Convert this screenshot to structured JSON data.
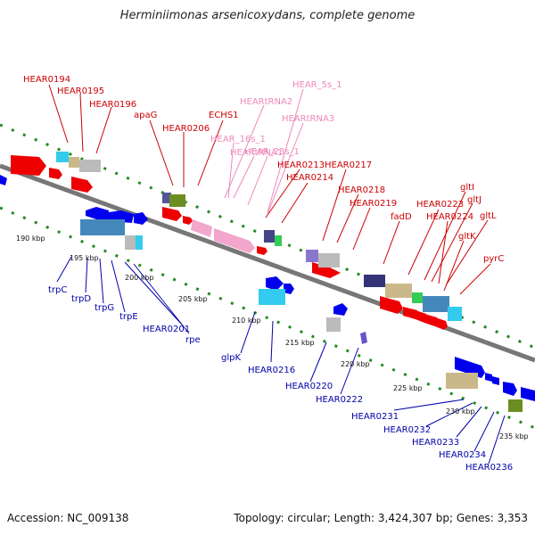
{
  "title": "Herminiimonas arsenicoxydans, complete genome",
  "accession_label": "Accession: NC_009138",
  "summary": "Topology: circular; Length: 3,424,307 bp; Genes: 3,353",
  "colors": {
    "forward_label": "#cc0000",
    "reverse_label": "#0000aa",
    "rna_label": "#ee88bb",
    "track_dots": "#228B22",
    "backbone": "#777777"
  },
  "forward_labels": [
    "HEAR0194",
    "HEAR0195",
    "HEAR0196",
    "apaG",
    "ECHS1",
    "HEAR0206",
    "HEAR0213",
    "HEAR0217",
    "HEAR0214",
    "HEAR0218",
    "HEAR0219",
    "fadD",
    "HEAR0223",
    "gltI",
    "gltJ",
    "HEAR0224",
    "gltL",
    "gltK",
    "pyrC"
  ],
  "rna_labels": [
    "HEAR_5s_1",
    "HEARtRNA2",
    "HEARtRNA3",
    "HEARtRNA1",
    "HEAR_16s_1",
    "HEAR_23s_1"
  ],
  "reverse_labels": [
    "trpC",
    "trpD",
    "trpG",
    "trpE",
    "HEAR0201",
    "rpe",
    "glpK",
    "HEAR0216",
    "HEAR0220",
    "HEAR0222",
    "HEAR0231",
    "HEAR0232",
    "HEAR0233",
    "HEAR0234",
    "HEAR0236"
  ],
  "scale_ticks": [
    "190 kbp",
    "195 kbp",
    "200 kbp",
    "205 kbp",
    "210 kbp",
    "215 kbp",
    "220 kbp",
    "225 kbp",
    "230 kbp",
    "235 kbp"
  ]
}
